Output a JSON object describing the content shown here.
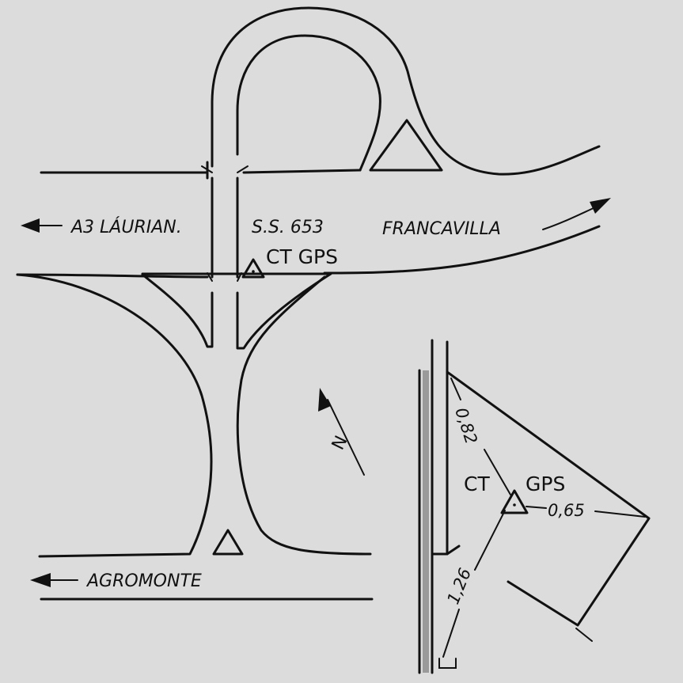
{
  "map": {
    "labels": {
      "a3": "A3 LÁURIAN.",
      "ss": "S.S. 653",
      "francavilla": "FRANCAVILLA",
      "ct_gps_main": "CT GPS",
      "agromonte": "AGROMONTE",
      "north": "N"
    },
    "inset": {
      "ct": "CT",
      "gps": "GPS",
      "d1": "0,82",
      "d2": "0,65",
      "d3": "1,26"
    }
  }
}
